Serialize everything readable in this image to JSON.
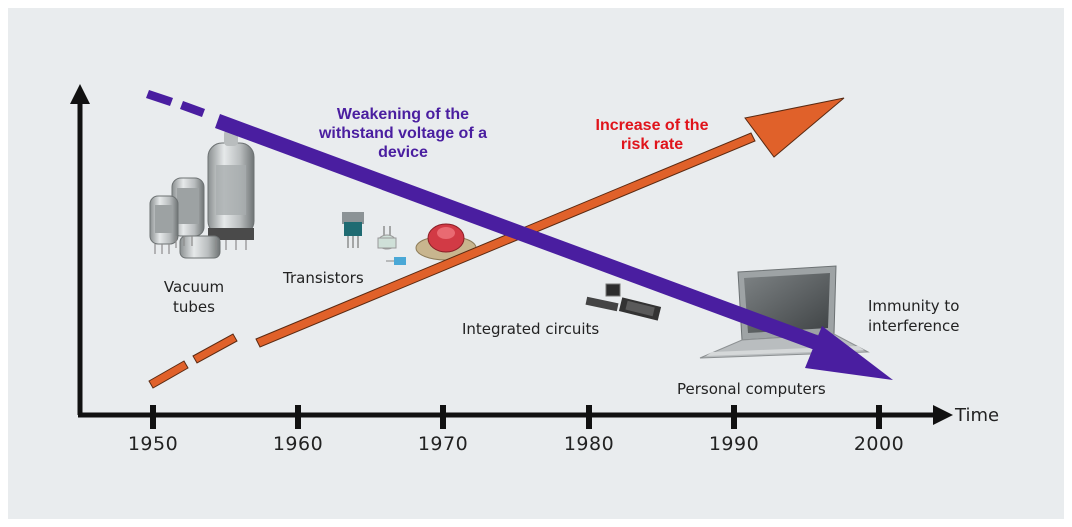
{
  "colors": {
    "panel": "#e9ecee",
    "axis": "#111111",
    "purple_arrow": "#4a1ea0",
    "orange_arrow": "#e0612a",
    "purple_text": "#4a1ea0",
    "red_text": "#e0141b"
  },
  "axis": {
    "x_label": "Time",
    "ticks": [
      "1950",
      "1960",
      "1970",
      "1980",
      "1990",
      "2000"
    ]
  },
  "arrows": {
    "withstand": {
      "label_lines": [
        "Weakening of the",
        "withstand voltage of a",
        "device"
      ]
    },
    "risk": {
      "label_lines": [
        "Increase of the",
        "risk rate"
      ]
    }
  },
  "devices": {
    "vacuum_tubes": [
      "Vacuum",
      "tubes"
    ],
    "transistors": "Transistors",
    "integrated_circuits": "Integrated circuits",
    "personal_computers": "Personal computers",
    "immunity": [
      "Immunity to",
      "interference"
    ]
  }
}
